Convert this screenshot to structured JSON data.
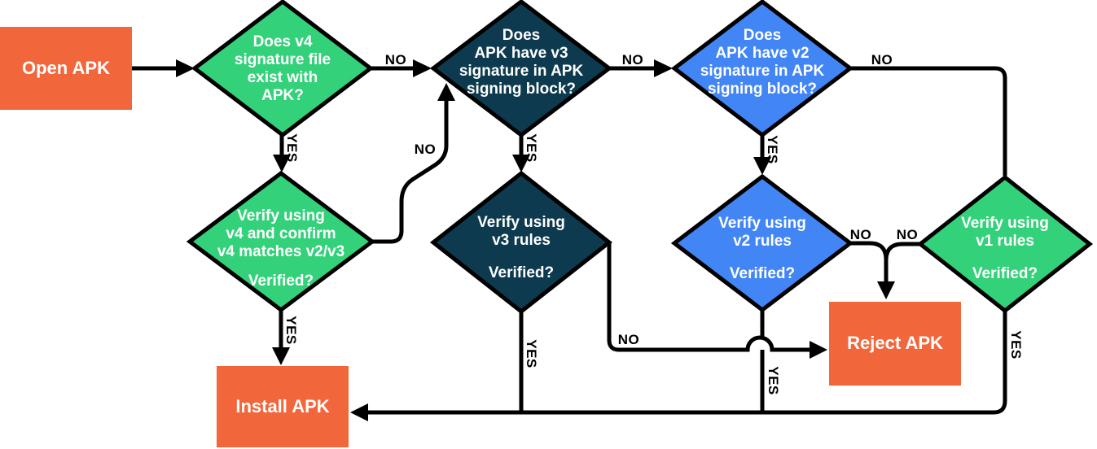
{
  "colors": {
    "orange": "#F2663C",
    "green": "#33D17A",
    "navy": "#0D3A4E",
    "blue": "#4285F4",
    "line": "#000000",
    "text_light": "#FFFFFF"
  },
  "labels": {
    "yes": "YES",
    "no": "NO"
  },
  "nodes": {
    "open_apk": {
      "label": "Open APK"
    },
    "v4_exists": {
      "line1": "Does v4",
      "line2": "signature file",
      "line3": "exist with",
      "line4": "APK?"
    },
    "v3_block": {
      "line1": "Does",
      "line2": "APK have v3",
      "line3": "signature in APK",
      "line4": "signing block?"
    },
    "v2_block": {
      "line1": "Does",
      "line2": "APK have v2",
      "line3": "signature in APK",
      "line4": "signing block?"
    },
    "v4_verify": {
      "line1": "Verify using",
      "line2": "v4 and confirm",
      "line3": "v4 matches v2/v3",
      "verified": "Verified?"
    },
    "v3_verify": {
      "line1": "Verify using",
      "line2": "v3 rules",
      "verified": "Verified?"
    },
    "v2_verify": {
      "line1": "Verify using",
      "line2": "v2 rules",
      "verified": "Verified?"
    },
    "v1_verify": {
      "line1": "Verify using",
      "line2": "v1 rules",
      "verified": "Verified?"
    },
    "install_apk": {
      "label": "Install APK"
    },
    "reject_apk": {
      "label": "Reject APK"
    }
  }
}
